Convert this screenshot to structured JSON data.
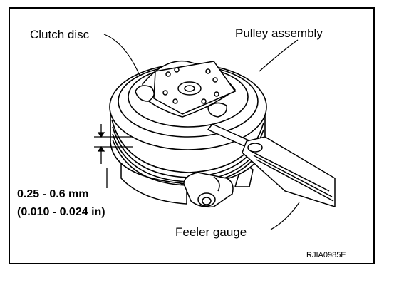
{
  "labels": {
    "clutch_disc": "Clutch disc",
    "pulley_assembly": "Pulley assembly",
    "clearance_mm": "0.25 - 0.6 mm",
    "clearance_in": "(0.010 - 0.024 in)",
    "feeler_gauge": "Feeler gauge",
    "figure_code": "RJIA0985E"
  },
  "colors": {
    "ink": "#000000",
    "paper": "#ffffff"
  }
}
